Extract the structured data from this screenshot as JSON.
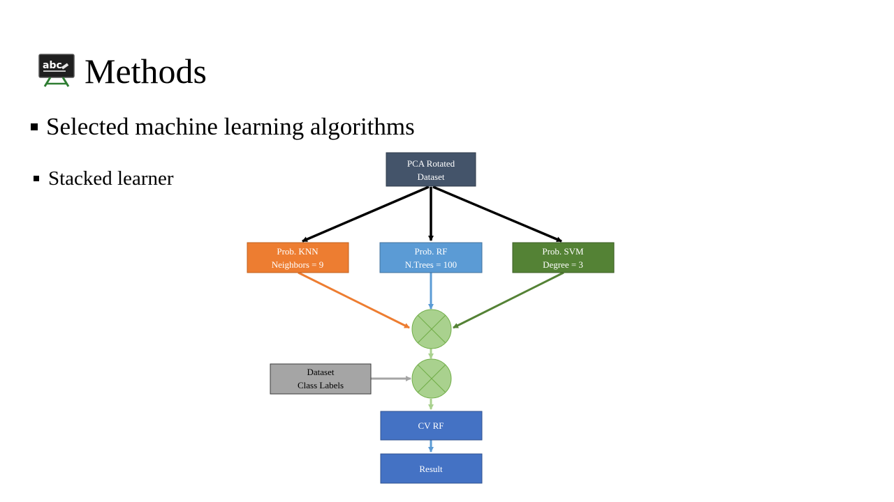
{
  "slide": {
    "title": "Methods",
    "title_icon": "chalkboard-abc-icon",
    "bullets": [
      {
        "level": 1,
        "text": "Selected machine learning algorithms"
      },
      {
        "level": 2,
        "text": "Stacked learner"
      }
    ]
  },
  "diagram": {
    "nodes": {
      "pca": {
        "lines": [
          "PCA Rotated",
          "Dataset"
        ],
        "color": "#44546A"
      },
      "knn": {
        "lines": [
          "Prob. KNN",
          "Neighbors = 9"
        ],
        "color": "#ED7D31"
      },
      "rf": {
        "lines": [
          "Prob. RF",
          "N.Trees = 100"
        ],
        "color": "#5B9BD5"
      },
      "svm": {
        "lines": [
          "Prob. SVM",
          "Degree = 3"
        ],
        "color": "#548235"
      },
      "labels": {
        "lines": [
          "Dataset",
          "Class Labels"
        ],
        "color": "#A5A5A5"
      },
      "cvrf": {
        "lines": [
          "CV RF"
        ],
        "color": "#4472C4"
      },
      "result": {
        "lines": [
          "Result"
        ],
        "color": "#4472C4"
      }
    },
    "combine_node_color": "#A9D18E",
    "arrow_colors": {
      "pca_out": "#000000",
      "knn": "#ED7D31",
      "rf": "#5B9BD5",
      "svm": "#548235",
      "labels": "#A5A5A5",
      "combine": "#A9D18E",
      "final": "#5B9BD5"
    }
  }
}
